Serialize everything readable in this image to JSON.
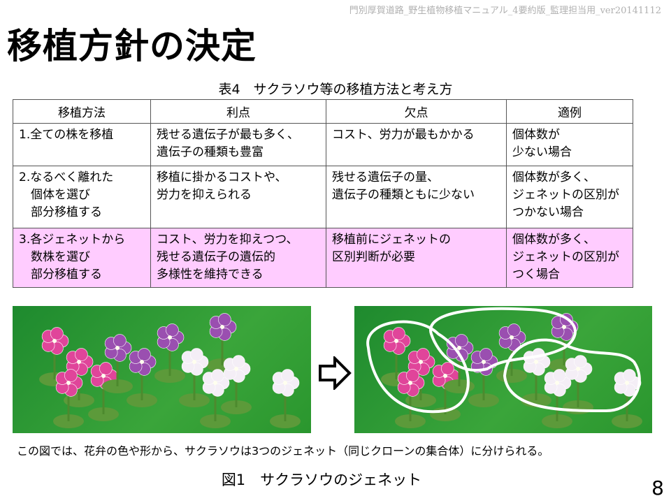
{
  "header": "門別厚賀道路_野生植物移植マニュアル_4要約版_監理担当用_ver20141112",
  "title": "移植方針の決定",
  "table_caption": "表4　サクラソウ等の移植方法と考え方",
  "table": {
    "headers": [
      "移植方法",
      "利点",
      "欠点",
      "適例"
    ],
    "rows": [
      [
        "1.全ての株を移植",
        "残せる遺伝子が最も多く、\n遺伝子の種類も豊富",
        "コスト、労力が最もかかる",
        "個体数が\n少ない場合"
      ],
      [
        "2.なるべく離れた\n　個体を選び\n　部分移植する",
        "移植に掛かるコストや、\n労力を抑えられる",
        "残せる遺伝子の量、\n遺伝子の種類ともに少ない",
        "個体数が多く、\nジェネットの区別が\nつかない場合"
      ],
      [
        "3.各ジェネットから\n　数株を選び\n　部分移植する",
        "コスト、労力を抑えつつ、\n残せる遺伝子の遺伝的\n多様性を維持できる",
        "移植前にジェネットの\n区別判断が必要",
        "個体数が多く、\nジェネットの区別が\nつく場合"
      ]
    ]
  },
  "colors": {
    "highlight": "#ffccff",
    "pink": "#e0459a",
    "purple": "#9a4fb0",
    "white": "#f4eef6"
  },
  "figure_caption": "この図では、花弁の色や形から、サクラソウは3つのジェネット（同じクローンの集合体）に分けられる。",
  "figure_label": "図1　サクラソウのジェネット",
  "page_number": "8"
}
